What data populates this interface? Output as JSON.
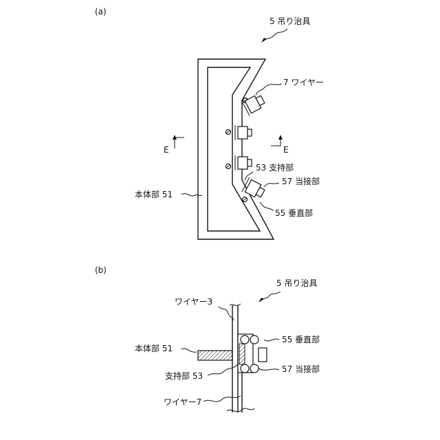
{
  "figure_a": {
    "panel_label": "(a)",
    "jig_label": "5 吊り治具",
    "wire_label": "7 ワイヤー",
    "section_left": "E",
    "section_right": "E",
    "support_label": "53 支持部",
    "contact_label": "57 当接部",
    "vertical_label": "55 垂直部",
    "body_label": "本体部 51"
  },
  "figure_b": {
    "panel_label": "(b)",
    "jig_label": "5 吊り治具",
    "wire3_label": "ワイヤー3",
    "vertical_label": "55 垂直部",
    "body_label": "本体部 51",
    "support_label": "支持部 53",
    "contact_label": "57 当接部",
    "wire7_label": "ワイヤー7"
  }
}
